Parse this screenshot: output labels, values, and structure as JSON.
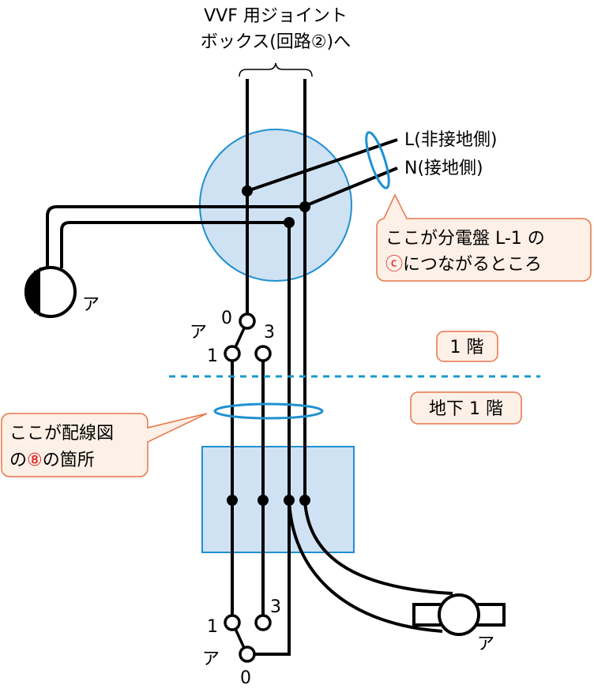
{
  "top_label": {
    "line1": "VVF 用ジョイント",
    "line2": "ボックス(回路②)へ"
  },
  "feed": {
    "L": "L(非接地側)",
    "N": "N(接地側)"
  },
  "callout_panel": {
    "line1": "ここが分電盤 L-1 の",
    "line2_mark": "ⓒ",
    "line2_rest": "につながるところ"
  },
  "callout_wiring": {
    "line1": "ここが配線図",
    "line2_pre": "の",
    "line2_mark": "⑧",
    "line2_post": "の箇所"
  },
  "floors": {
    "upper": "1 階",
    "lower": "地下 1 階"
  },
  "switch_upper": {
    "label": "ア",
    "t0": "0",
    "t1": "1",
    "t3": "3"
  },
  "switch_lower": {
    "label": "ア",
    "t0": "0",
    "t1": "1",
    "t3": "3"
  },
  "lamp_left": {
    "label": "ア"
  },
  "lamp_right": {
    "label": "ア"
  },
  "colors": {
    "wire": "#000000",
    "box_fill": "#cfe2f3",
    "box_stroke": "#1f90d0",
    "callout_fill": "#fdf0e6",
    "callout_stroke": "#e8744a",
    "dashed_line": "#1a9ac8",
    "mark_red": "#e02020"
  }
}
